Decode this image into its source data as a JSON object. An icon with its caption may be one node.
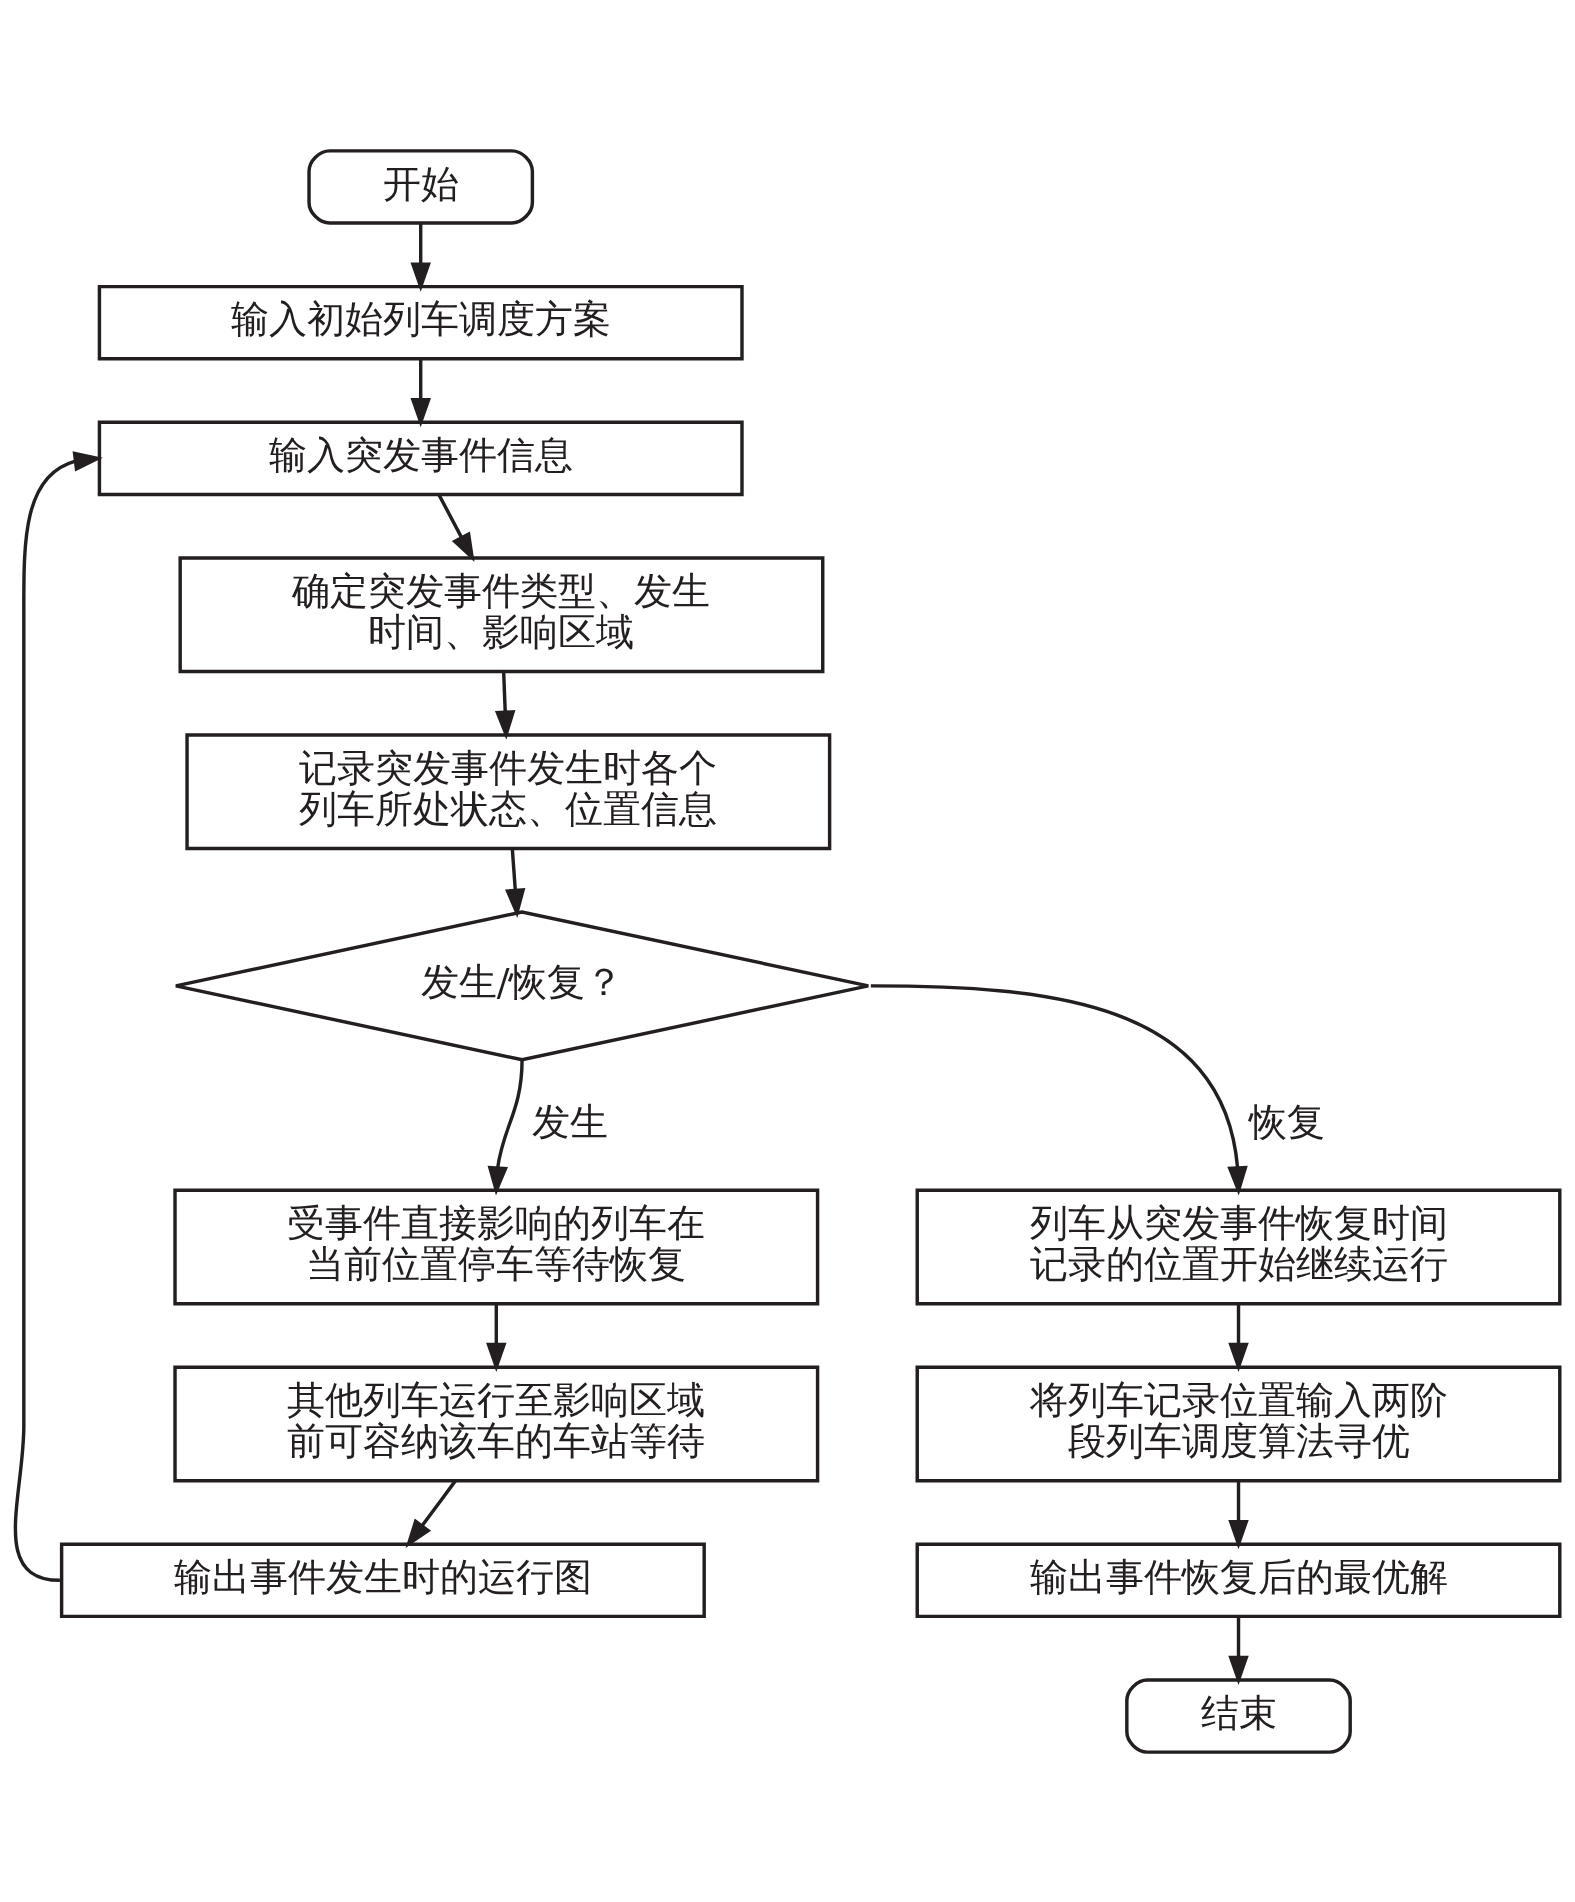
{
  "diagram": {
    "nodes": [
      {
        "text": [
          "开始"
        ]
      },
      {
        "text": [
          "输入初始列车调度方案"
        ]
      },
      {
        "text": [
          "输入突发事件信息"
        ]
      },
      {
        "text": [
          "确定突发事件类型、发生时间、影响区域"
        ]
      },
      {
        "text": [
          "记录突发事件发生时各个列车所处状态、位置信息"
        ]
      },
      {
        "text": [
          "发生/恢复？"
        ]
      },
      {
        "text": [
          "受事件直接影响的列车在当前位置停车等待恢复"
        ]
      },
      {
        "text": [
          "列车从突发事件恢复时间记录的位置开始继续运行"
        ]
      },
      {
        "text": [
          "其他列车运行至影响区域前可容纳该车的车站等待"
        ]
      },
      {
        "text": [
          "将列车记录位置输入两阶段列车调度算法寻优"
        ]
      },
      {
        "text": [
          "输出事件发生时的运行图"
        ]
      },
      {
        "text": [
          "输出事件恢复后的最优解"
        ]
      },
      {
        "text": [
          "结束"
        ]
      }
    ],
    "edges": [
      {
        "from": 0,
        "to": 1,
        "arrow": "to"
      },
      {
        "from": 1,
        "to": 2,
        "arrow": "to"
      },
      {
        "from": 2,
        "to": 3,
        "arrow": "to"
      },
      {
        "from": 3,
        "to": 4,
        "arrow": "to"
      },
      {
        "from": 4,
        "to": 5,
        "arrow": "to"
      },
      {
        "from": 5,
        "to": 6,
        "arrow": "to",
        "label": "发生"
      },
      {
        "from": 5,
        "to": 7,
        "arrow": "to",
        "label": "恢复"
      },
      {
        "from": 6,
        "to": 8,
        "arrow": "to"
      },
      {
        "from": 8,
        "to": 10,
        "arrow": "to"
      },
      {
        "from": 10,
        "to": 2,
        "arrow": "to"
      },
      {
        "from": 7,
        "to": 9,
        "arrow": "to"
      },
      {
        "from": 9,
        "to": 11,
        "arrow": "to"
      },
      {
        "from": 11,
        "to": 12,
        "arrow": "to"
      }
    ]
  }
}
